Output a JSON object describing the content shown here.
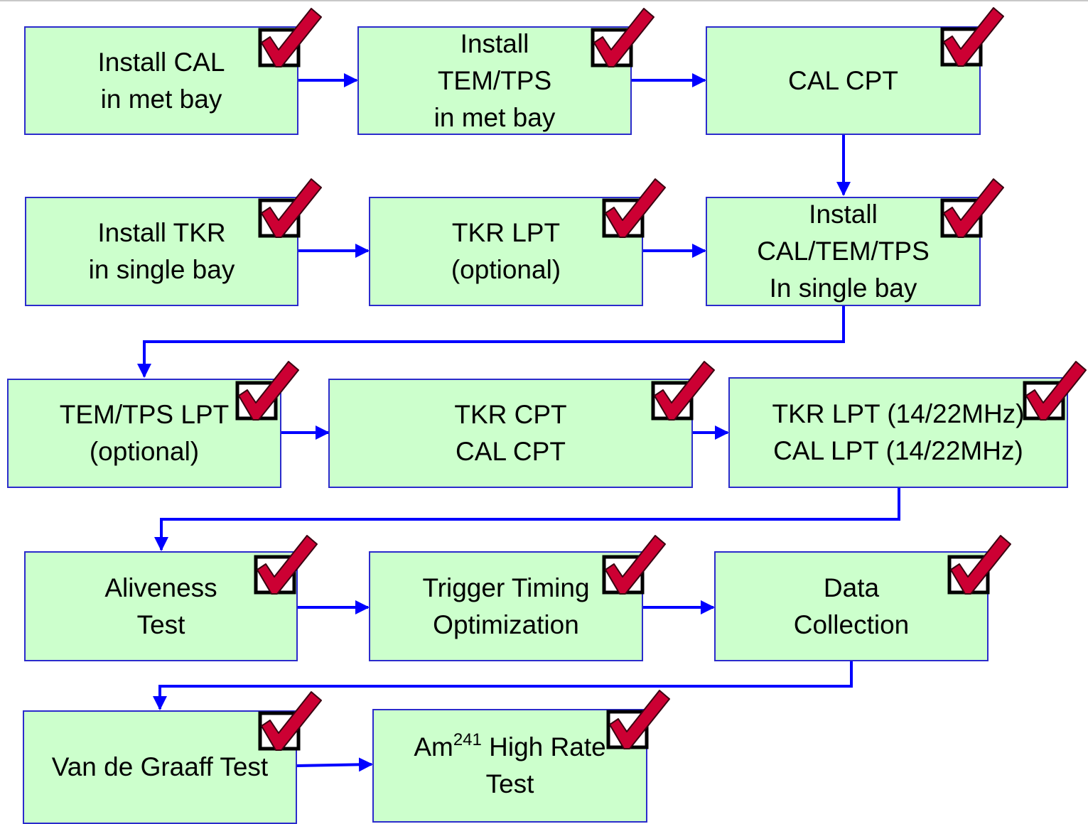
{
  "colors": {
    "box_fill": "#ccffcc",
    "box_border": "#2b2bcc",
    "arrow": "#0000ff",
    "check": "#cc0033"
  },
  "steps": [
    {
      "id": "install-cal-met-bay",
      "lines": [
        "Install CAL",
        "in met bay"
      ],
      "status_icon": "checkmark-icon"
    },
    {
      "id": "install-tem-tps-met-bay",
      "lines": [
        "Install",
        "TEM/TPS",
        "in met bay"
      ],
      "status_icon": "checkmark-icon"
    },
    {
      "id": "cal-cpt",
      "lines": [
        "CAL CPT"
      ],
      "status_icon": "checkmark-icon"
    },
    {
      "id": "install-tkr-single-bay",
      "lines": [
        "Install TKR",
        "in single bay"
      ],
      "status_icon": "checkmark-icon"
    },
    {
      "id": "tkr-lpt-optional",
      "lines": [
        "TKR LPT",
        "(optional)"
      ],
      "status_icon": "checkmark-icon"
    },
    {
      "id": "install-cal-tem-tps-single-bay",
      "lines": [
        "Install",
        "CAL/TEM/TPS",
        "In single bay"
      ],
      "status_icon": "checkmark-icon"
    },
    {
      "id": "tem-tps-lpt-optional",
      "lines": [
        "TEM/TPS LPT",
        "(optional)"
      ],
      "status_icon": "checkmark-icon"
    },
    {
      "id": "tkr-cpt-cal-cpt",
      "lines": [
        "TKR CPT",
        "CAL CPT"
      ],
      "status_icon": "checkmark-icon"
    },
    {
      "id": "tkr-cal-lpt-14-22mhz",
      "lines": [
        "TKR LPT (14/22MHz)",
        "CAL LPT (14/22MHz)"
      ],
      "status_icon": "checkmark-icon"
    },
    {
      "id": "aliveness-test",
      "lines": [
        "Aliveness",
        "Test"
      ],
      "status_icon": "checkmark-icon"
    },
    {
      "id": "trigger-timing-optimization",
      "lines": [
        "Trigger Timing",
        "Optimization"
      ],
      "status_icon": "checkmark-icon"
    },
    {
      "id": "data-collection",
      "lines": [
        "Data",
        "Collection"
      ],
      "status_icon": "checkmark-icon"
    },
    {
      "id": "van-de-graaff-test",
      "lines": [
        "Van de Graaff Test"
      ],
      "status_icon": "checkmark-icon"
    },
    {
      "id": "am241-high-rate-test",
      "lines": [
        "Am",
        "241",
        " High Rate",
        "Test"
      ],
      "status_icon": "checkmark-icon"
    }
  ]
}
